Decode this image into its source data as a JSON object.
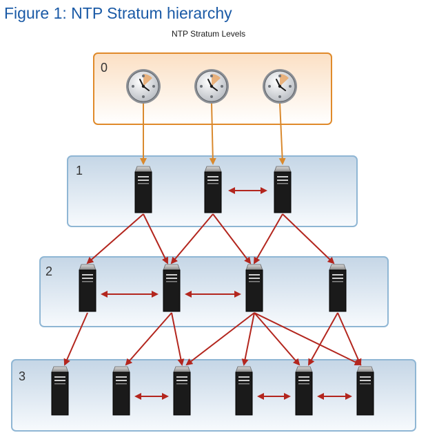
{
  "figure": {
    "title": "Figure 1: NTP Stratum hierarchy",
    "subtitle": "NTP Stratum Levels"
  },
  "levels": [
    {
      "label": "0",
      "kind": "clock",
      "count": 3
    },
    {
      "label": "1",
      "kind": "server",
      "count": 3
    },
    {
      "label": "2",
      "kind": "server",
      "count": 4
    },
    {
      "label": "3",
      "kind": "server",
      "count": 6
    }
  ],
  "colors": {
    "title": "#1a5aa6",
    "stratum0_border": "#e08a2a",
    "stratum_border": "#8fb6d4",
    "clock_arrow": "#d9892e",
    "server_arrow": "#b3261e",
    "server_body": "#1a1a1a"
  },
  "icons": {
    "clock": "clock-icon",
    "server": "server-icon"
  }
}
